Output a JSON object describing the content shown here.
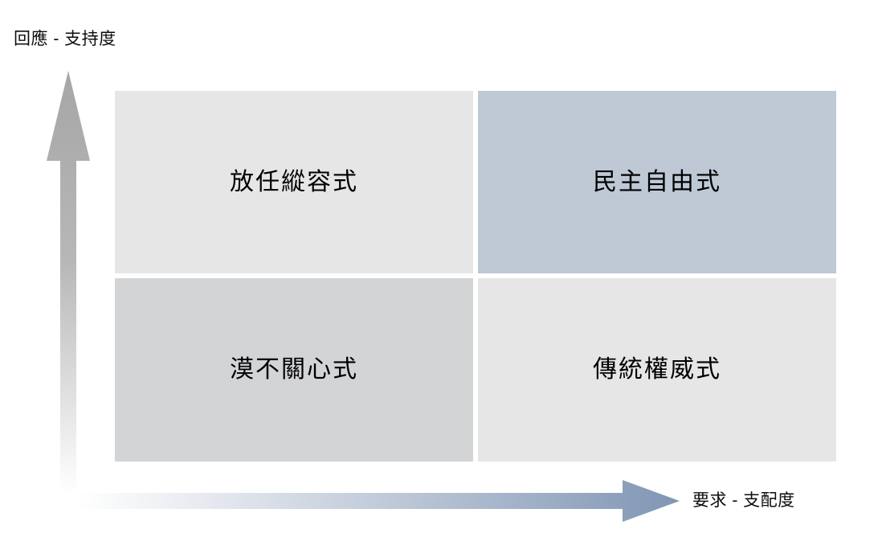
{
  "diagram": {
    "type": "2x2-matrix",
    "title": "",
    "axes": {
      "y": {
        "label": "回應 - 支持度",
        "direction": "up",
        "arrow_icon": "up-arrow-icon",
        "color_start": "#a6a6a6",
        "color_end": "#ffffff"
      },
      "x": {
        "label": "要求 - 支配度",
        "direction": "right",
        "arrow_icon": "right-arrow-icon",
        "color_start": "#ffffff",
        "color_end": "#8096b4"
      }
    },
    "quadrants": [
      {
        "position": "top-left",
        "label": "放任縱容式",
        "fill": "#e6e6e6"
      },
      {
        "position": "top-right",
        "label": "民主自由式",
        "fill": "#bfc9d6"
      },
      {
        "position": "bottom-left",
        "label": "漠不關心式",
        "fill": "#d3d4d6"
      },
      {
        "position": "bottom-right",
        "label": "傳統權威式",
        "fill": "#e6e6e6"
      }
    ]
  }
}
